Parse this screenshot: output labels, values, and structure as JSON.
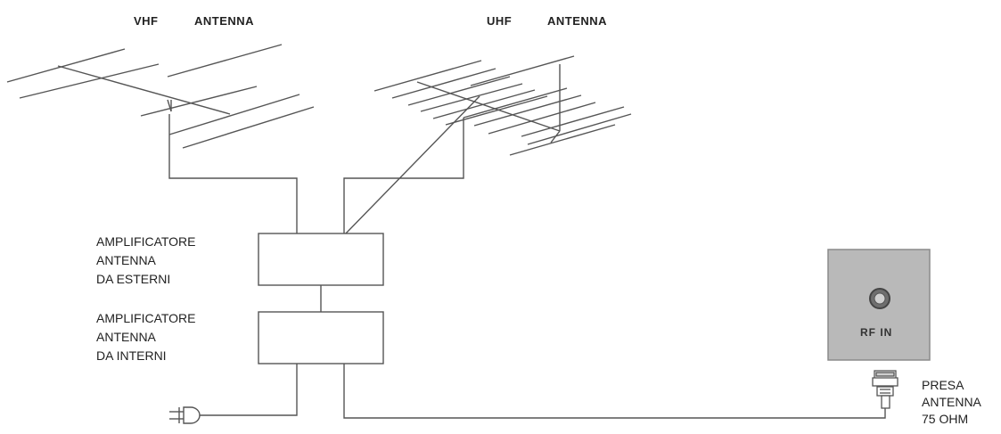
{
  "headings": {
    "vhf": "VHF",
    "vhf_antenna": "ANTENNA",
    "uhf": "UHF",
    "uhf_antenna": "ANTENNA"
  },
  "outdoor_amp": {
    "lines": [
      "AMPLIFICATORE",
      "ANTENNA",
      "DA ESTERNI"
    ]
  },
  "indoor_amp": {
    "lines": [
      "AMPLIFICATORE",
      "ANTENNA",
      "DA INTERNI"
    ]
  },
  "wall_socket": {
    "port_label": "RF IN"
  },
  "plug_label": {
    "lines": [
      "PRESA",
      "ANTENNA",
      "75 OHM"
    ]
  },
  "colors": {
    "line": "#555555",
    "panel": "#b9b9b9",
    "panel_border": "#8a8a8a",
    "text": "#222222"
  }
}
